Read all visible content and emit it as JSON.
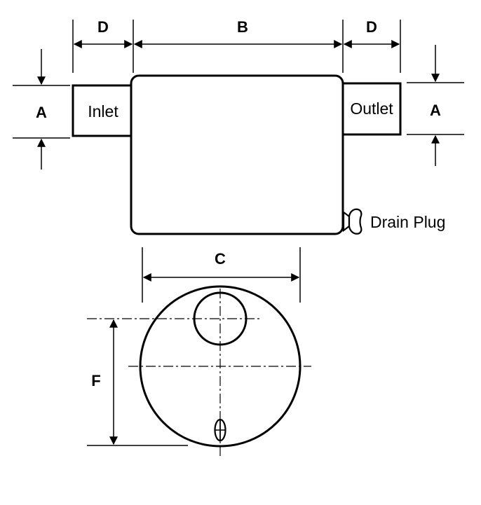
{
  "dimensions": {
    "a_left": "A",
    "a_right": "A",
    "b": "B",
    "c": "C",
    "d_left": "D",
    "d_right": "D",
    "f": "F"
  },
  "labels": {
    "inlet": "Inlet",
    "outlet": "Outlet",
    "drain_plug": "Drain Plug"
  }
}
